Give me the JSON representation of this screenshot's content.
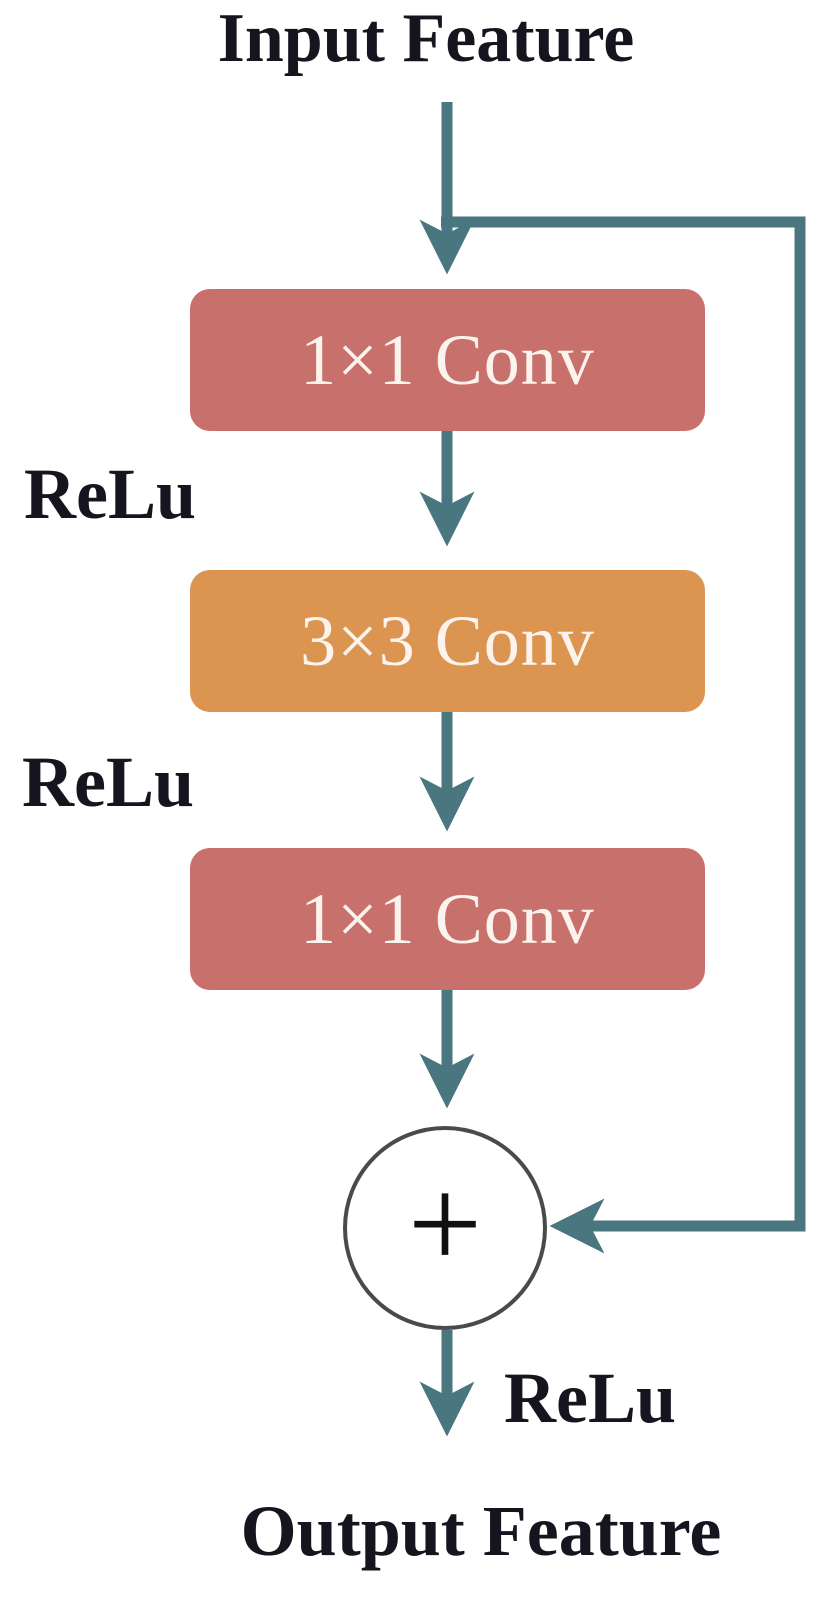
{
  "colors": {
    "teal": "#4a7680",
    "salmon": "#c7706c",
    "orange": "#db9550",
    "ink": "#15151f",
    "box-text": "#fbf3ec",
    "circle-outline": "#4a4a4a"
  },
  "diagram": {
    "input_label": "Input Feature",
    "output_label": "Output Feature",
    "blocks": [
      {
        "label": "1×1 Conv"
      },
      {
        "label": "3×3 Conv"
      },
      {
        "label": "1×1 Conv"
      }
    ],
    "relu_labels": [
      "ReLu",
      "ReLu",
      "ReLu"
    ],
    "sum_symbol": "+"
  }
}
